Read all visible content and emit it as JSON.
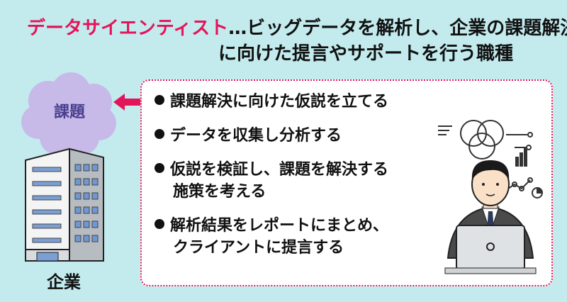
{
  "heading": {
    "term": "データサイエンティスト",
    "line1_rest": "…ビッグデータを解析し、企業の課題解決",
    "line2": "に向けた提言やサポートを行う職種"
  },
  "cloud_label": "課題",
  "company_label": "企業",
  "points": [
    {
      "line1": "課題解決に向けた仮説を立てる",
      "line2": ""
    },
    {
      "line1": "データを収集し分析する",
      "line2": ""
    },
    {
      "line1": "仮説を検証し、課題を解決する",
      "line2": "施策を考える"
    },
    {
      "line1": "解析結果をレポートにまとめ、",
      "line2": "クライアントに提言する"
    }
  ],
  "colors": {
    "background": "#c3ebee",
    "accent": "#e4145a",
    "cloud": "#c7b9e8",
    "cloud_text": "#4a3f8f"
  }
}
